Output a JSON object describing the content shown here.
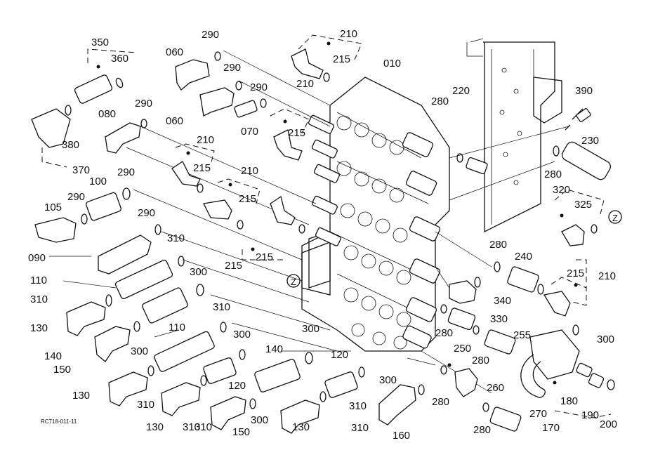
{
  "diagram": {
    "drawing_code": "RC718-011-11",
    "zoom_marker": "Z",
    "callouts": [
      "350",
      "360",
      "380",
      "370",
      "060",
      "290",
      "290",
      "060",
      "080",
      "290",
      "290",
      "070",
      "210",
      "215",
      "215",
      "010",
      "280",
      "220",
      "390",
      "230",
      "280",
      "320",
      "325",
      "210",
      "215",
      "210",
      "215",
      "215",
      "210",
      "215",
      "100",
      "290",
      "105",
      "290",
      "290",
      "090",
      "110",
      "310",
      "310",
      "130",
      "140",
      "150",
      "300",
      "300",
      "110",
      "310",
      "130",
      "310",
      "140",
      "300",
      "310",
      "130",
      "120",
      "310",
      "150",
      "300",
      "300",
      "120",
      "310",
      "130",
      "300",
      "160",
      "280",
      "240",
      "215",
      "210",
      "340",
      "330",
      "280",
      "250",
      "255",
      "280",
      "300",
      "260",
      "280",
      "270",
      "280",
      "180",
      "190",
      "170",
      "200",
      "310"
    ]
  }
}
